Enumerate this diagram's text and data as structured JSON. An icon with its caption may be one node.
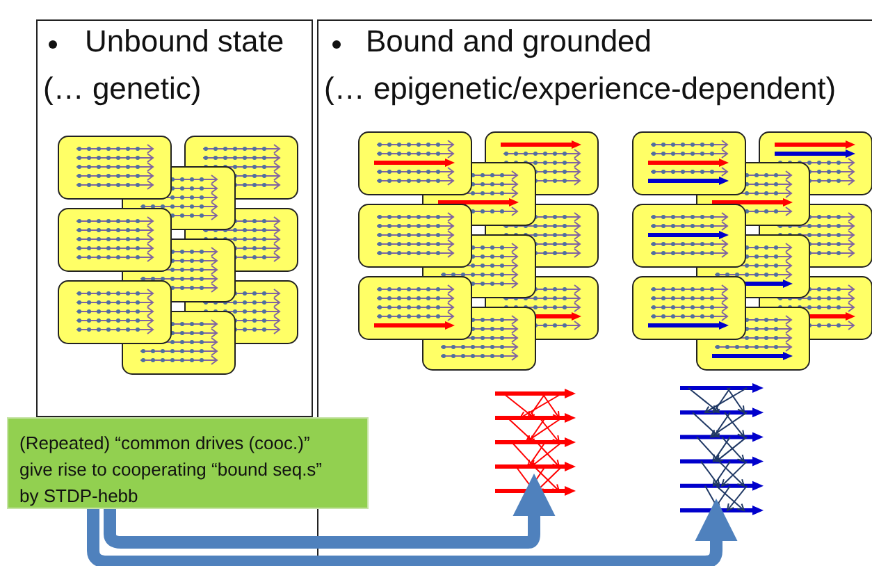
{
  "diagram": {
    "nodes": [
      {
        "text": [
          "Unbound state",
          "(… genetic)"
        ]
      },
      {
        "text": [
          "Bound and grounded",
          "(… epigenetic/experience-dependent)"
        ]
      },
      {
        "text": [
          "(Repeated) “common drives (cooc.)” give rise to cooperating “bound seq.s” by STDP-hebb"
        ]
      },
      {
        "text": [],
        "shape": "picture",
        "in": 1
      },
      {
        "text": [],
        "shape": "picture",
        "in": 1
      }
    ],
    "edges": [
      {
        "from": 2,
        "to": 3,
        "arrow": "to"
      },
      {
        "from": 2,
        "to": 4,
        "arrow": "to"
      }
    ]
  }
}
